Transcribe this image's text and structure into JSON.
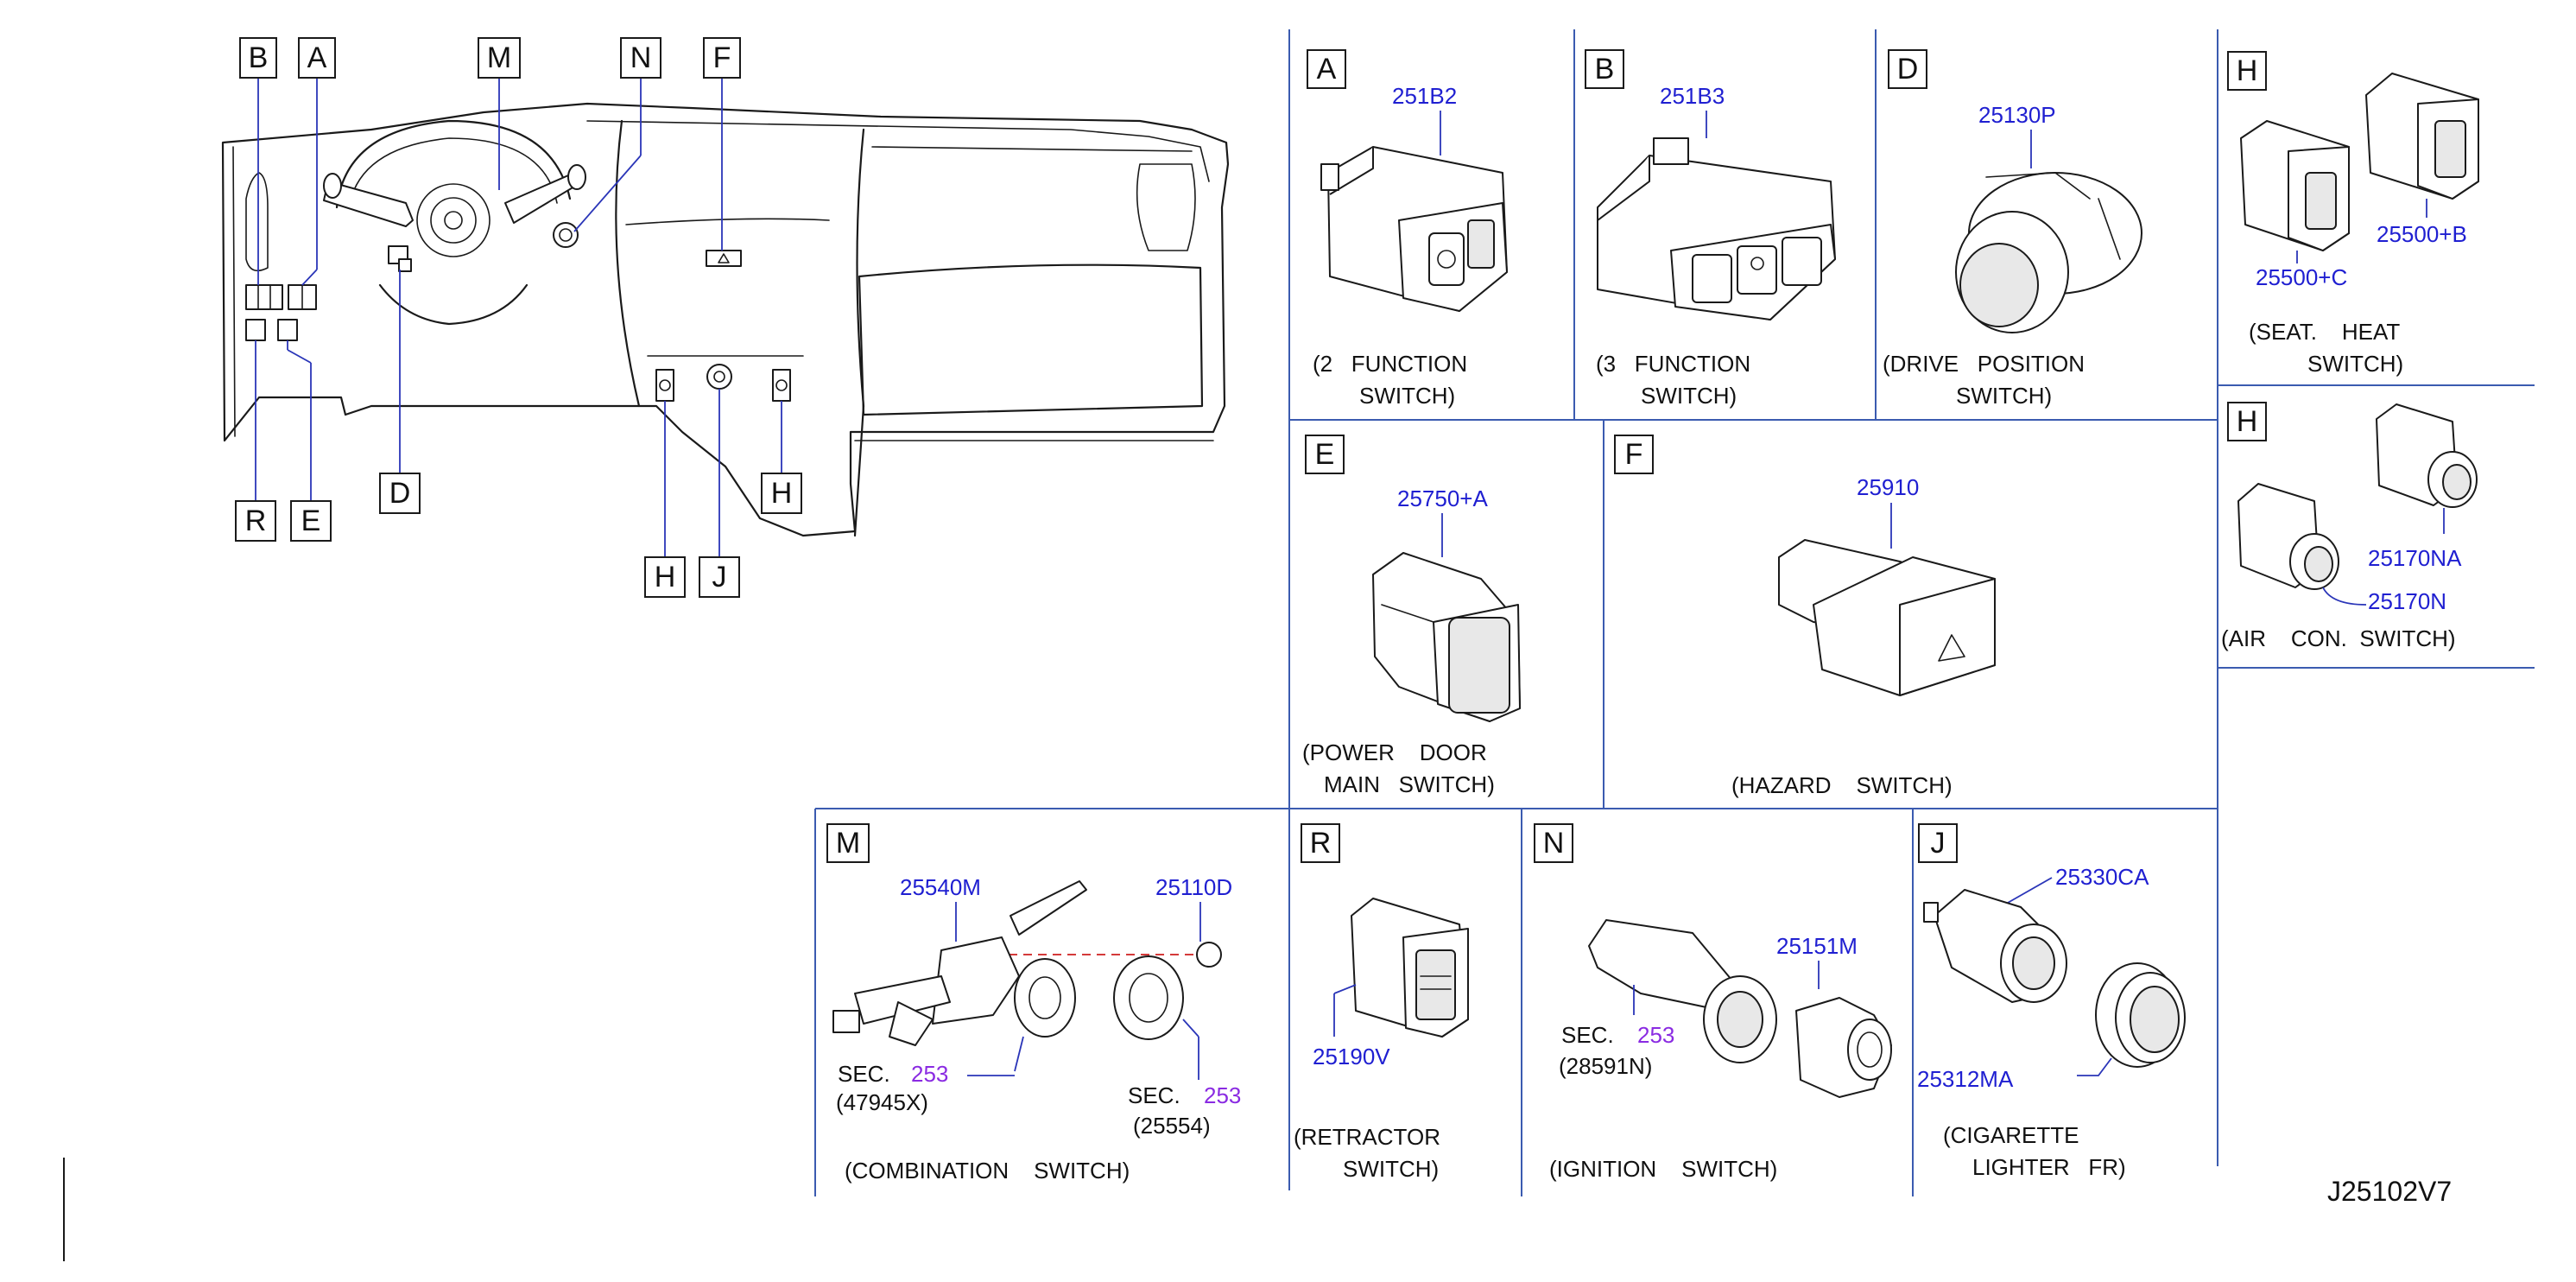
{
  "overview": {
    "callouts": {
      "B": "B",
      "A": "A",
      "M": "M",
      "N": "N",
      "F": "F",
      "D": "D",
      "R": "R",
      "E": "E",
      "H": "H",
      "J": "J"
    }
  },
  "panels": {
    "A": {
      "letter": "A",
      "part_number": "251B2",
      "caption_line1": "(2   FUNCTION",
      "caption_line2": "SWITCH)"
    },
    "B": {
      "letter": "B",
      "part_number": "251B3",
      "caption_line1": "(3   FUNCTION",
      "caption_line2": "SWITCH)"
    },
    "D": {
      "letter": "D",
      "part_number": "25130P",
      "caption_line1": "(DRIVE   POSITION",
      "caption_line2": "SWITCH)"
    },
    "H_seat": {
      "letter": "H",
      "part_number_1": "25500+C",
      "part_number_2": "25500+B",
      "caption_line1": "(SEAT.    HEAT",
      "caption_line2": "SWITCH)"
    },
    "H_air": {
      "letter": "H",
      "part_number_1": "25170NA",
      "part_number_2": "25170N",
      "caption_line1": "(AIR    CON.  SWITCH)"
    },
    "E": {
      "letter": "E",
      "part_number": "25750+A",
      "caption_line1": "(POWER    DOOR",
      "caption_line2": "MAIN   SWITCH)"
    },
    "F": {
      "letter": "F",
      "part_number": "25910",
      "caption_line1": "(HAZARD    SWITCH)"
    },
    "M": {
      "letter": "M",
      "part_number_1": "25540M",
      "part_number_2": "25110D",
      "sec_prefix_1": "SEC.",
      "sec_num_1": "253",
      "sec_ref_1": "(47945X)",
      "sec_prefix_2": "SEC.",
      "sec_num_2": "253",
      "sec_ref_2": "(25554)",
      "caption_line1": "(COMBINATION    SWITCH)"
    },
    "R": {
      "letter": "R",
      "part_number": "25190V",
      "caption_line1": "(RETRACTOR",
      "caption_line2": "SWITCH)"
    },
    "N": {
      "letter": "N",
      "part_number": "25151M",
      "sec_prefix": "SEC.",
      "sec_num": "253",
      "sec_ref": "(28591N)",
      "caption_line1": "(IGNITION    SWITCH)"
    },
    "J": {
      "letter": "J",
      "part_number_1": "25330CA",
      "part_number_2": "25312MA",
      "caption_line1": "(CIGARETTE",
      "caption_line2": "LIGHTER   FR)"
    }
  },
  "footer": {
    "drawing_code": "J25102V7"
  },
  "colors": {
    "part_number": "#1f1fd1",
    "section_number": "#8a2be2",
    "grid": "#3b5bb0",
    "line": "#1a1a1a",
    "dashed_link": "#d43a3a"
  }
}
